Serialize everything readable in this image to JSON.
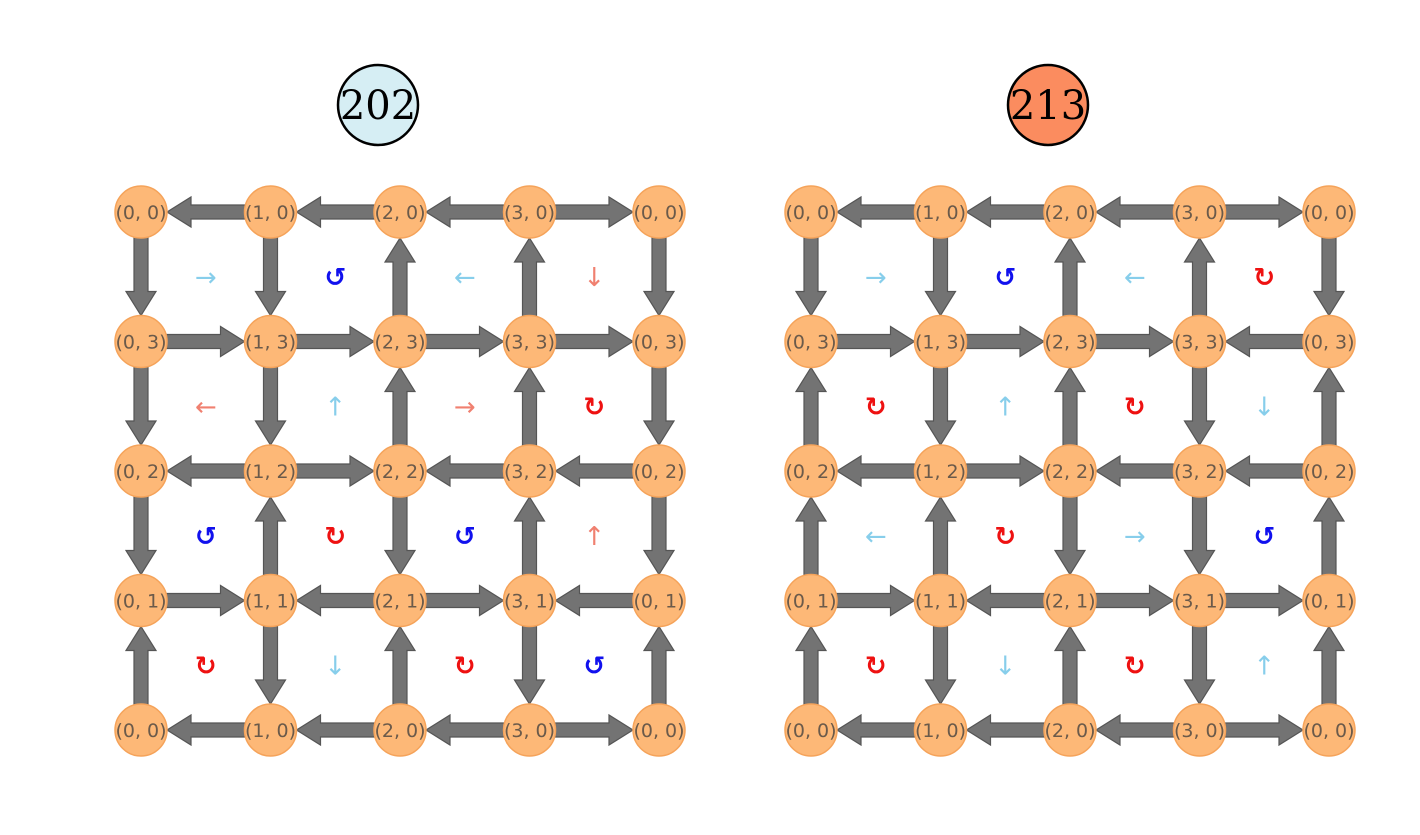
{
  "colors": {
    "node_fill": "#fdb877",
    "node_stroke": "#f5a35a",
    "node_text": "#6b5a4a",
    "edge": "#737373",
    "edge_stroke": "#555555",
    "badge_blue": "#d6eef4",
    "badge_orange": "#fb8c5f",
    "cw_red": "#ee1111",
    "ccw_blue": "#1111ee",
    "arrow_lightblue": "#87ceeb",
    "arrow_salmon": "#f08070"
  },
  "panels": [
    {
      "badge": {
        "label": "202",
        "color": "badge_blue"
      },
      "row_labels": [
        "0",
        "3",
        "2",
        "1",
        "0"
      ],
      "col_labels": [
        "0",
        "1",
        "2",
        "3",
        "0"
      ],
      "h_edges": [
        [
          "L",
          "L",
          "L",
          "R"
        ],
        [
          "R",
          "R",
          "R",
          "R"
        ],
        [
          "L",
          "R",
          "L",
          "L"
        ],
        [
          "R",
          "L",
          "R",
          "L"
        ],
        [
          "L",
          "L",
          "L",
          "R"
        ]
      ],
      "v_edges": [
        [
          "D",
          "D",
          "U",
          "U",
          "D"
        ],
        [
          "D",
          "D",
          "U",
          "U",
          "D"
        ],
        [
          "D",
          "U",
          "D",
          "U",
          "D"
        ],
        [
          "U",
          "D",
          "U",
          "D",
          "U"
        ]
      ],
      "cells": [
        [
          {
            "sym": "→",
            "color": "arrow_lightblue"
          },
          {
            "sym": "↺",
            "color": "ccw_blue"
          },
          {
            "sym": "←",
            "color": "arrow_lightblue"
          },
          {
            "sym": "↓",
            "color": "arrow_salmon"
          }
        ],
        [
          {
            "sym": "←",
            "color": "arrow_salmon"
          },
          {
            "sym": "↑",
            "color": "arrow_lightblue"
          },
          {
            "sym": "→",
            "color": "arrow_salmon"
          },
          {
            "sym": "↻",
            "color": "cw_red"
          }
        ],
        [
          {
            "sym": "↺",
            "color": "ccw_blue"
          },
          {
            "sym": "↻",
            "color": "cw_red"
          },
          {
            "sym": "↺",
            "color": "ccw_blue"
          },
          {
            "sym": "↑",
            "color": "arrow_salmon"
          }
        ],
        [
          {
            "sym": "↻",
            "color": "cw_red"
          },
          {
            "sym": "↓",
            "color": "arrow_lightblue"
          },
          {
            "sym": "↻",
            "color": "cw_red"
          },
          {
            "sym": "↺",
            "color": "ccw_blue"
          }
        ]
      ]
    },
    {
      "badge": {
        "label": "213",
        "color": "badge_orange"
      },
      "row_labels": [
        "0",
        "3",
        "2",
        "1",
        "0"
      ],
      "col_labels": [
        "0",
        "1",
        "2",
        "3",
        "0"
      ],
      "h_edges": [
        [
          "L",
          "L",
          "L",
          "R"
        ],
        [
          "R",
          "R",
          "R",
          "L"
        ],
        [
          "L",
          "R",
          "L",
          "L"
        ],
        [
          "R",
          "L",
          "R",
          "R"
        ],
        [
          "L",
          "L",
          "L",
          "R"
        ]
      ],
      "v_edges": [
        [
          "D",
          "D",
          "U",
          "U",
          "D"
        ],
        [
          "U",
          "D",
          "U",
          "D",
          "U"
        ],
        [
          "U",
          "U",
          "D",
          "D",
          "U"
        ],
        [
          "U",
          "D",
          "U",
          "D",
          "U"
        ]
      ],
      "cells": [
        [
          {
            "sym": "→",
            "color": "arrow_lightblue"
          },
          {
            "sym": "↺",
            "color": "ccw_blue"
          },
          {
            "sym": "←",
            "color": "arrow_lightblue"
          },
          {
            "sym": "↻",
            "color": "cw_red"
          }
        ],
        [
          {
            "sym": "↻",
            "color": "cw_red"
          },
          {
            "sym": "↑",
            "color": "arrow_lightblue"
          },
          {
            "sym": "↻",
            "color": "cw_red"
          },
          {
            "sym": "↓",
            "color": "arrow_lightblue"
          }
        ],
        [
          {
            "sym": "←",
            "color": "arrow_lightblue"
          },
          {
            "sym": "↻",
            "color": "cw_red"
          },
          {
            "sym": "→",
            "color": "arrow_lightblue"
          },
          {
            "sym": "↺",
            "color": "ccw_blue"
          }
        ],
        [
          {
            "sym": "↻",
            "color": "cw_red"
          },
          {
            "sym": "↓",
            "color": "arrow_lightblue"
          },
          {
            "sym": "↻",
            "color": "cw_red"
          },
          {
            "sym": "↑",
            "color": "arrow_lightblue"
          }
        ]
      ]
    }
  ]
}
